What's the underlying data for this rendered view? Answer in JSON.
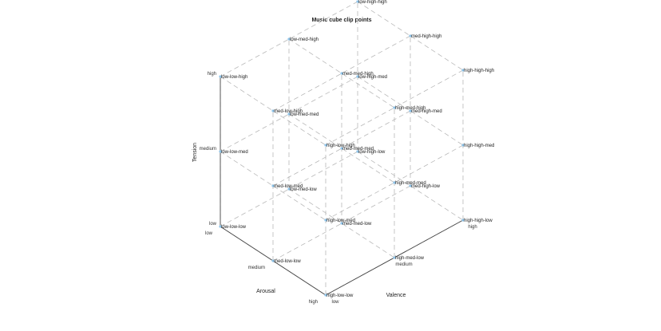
{
  "chart_data": {
    "type": "scatter",
    "projection": "3d",
    "title": "Music cube clip points",
    "axes": {
      "x": {
        "label": "Arousal",
        "ticks": [
          "low",
          "medium",
          "high"
        ]
      },
      "y": {
        "label": "Valence",
        "ticks": [
          "low",
          "medium",
          "high"
        ]
      },
      "z": {
        "label": "Tension",
        "ticks": [
          "low",
          "medium",
          "high"
        ]
      }
    },
    "levels": [
      "low",
      "med",
      "high"
    ],
    "grid": true,
    "grid_style": "dashed",
    "box": true,
    "marker_color": "#8fc3e8",
    "points": [
      {
        "label": "low-low-low",
        "arousal": "low",
        "valence": "low",
        "tension": "low"
      },
      {
        "label": "low-low-med",
        "arousal": "low",
        "valence": "low",
        "tension": "med"
      },
      {
        "label": "low-low-high",
        "arousal": "low",
        "valence": "low",
        "tension": "high"
      },
      {
        "label": "low-med-low",
        "arousal": "low",
        "valence": "med",
        "tension": "low"
      },
      {
        "label": "low-med-med",
        "arousal": "low",
        "valence": "med",
        "tension": "med"
      },
      {
        "label": "low-med-high",
        "arousal": "low",
        "valence": "med",
        "tension": "high"
      },
      {
        "label": "low-high-low",
        "arousal": "low",
        "valence": "high",
        "tension": "low"
      },
      {
        "label": "low-high-med",
        "arousal": "low",
        "valence": "high",
        "tension": "med"
      },
      {
        "label": "low-high-high",
        "arousal": "low",
        "valence": "high",
        "tension": "high"
      },
      {
        "label": "med-low-low",
        "arousal": "med",
        "valence": "low",
        "tension": "low"
      },
      {
        "label": "med-low-med",
        "arousal": "med",
        "valence": "low",
        "tension": "med"
      },
      {
        "label": "med-low-high",
        "arousal": "med",
        "valence": "low",
        "tension": "high"
      },
      {
        "label": "med-med-low",
        "arousal": "med",
        "valence": "med",
        "tension": "low"
      },
      {
        "label": "med-med-med",
        "arousal": "med",
        "valence": "med",
        "tension": "med"
      },
      {
        "label": "med-med-high",
        "arousal": "med",
        "valence": "med",
        "tension": "high"
      },
      {
        "label": "med-high-low",
        "arousal": "med",
        "valence": "high",
        "tension": "low"
      },
      {
        "label": "med-high-med",
        "arousal": "med",
        "valence": "high",
        "tension": "med"
      },
      {
        "label": "med-high-high",
        "arousal": "med",
        "valence": "high",
        "tension": "high"
      },
      {
        "label": "high-low-low",
        "arousal": "high",
        "valence": "low",
        "tension": "low"
      },
      {
        "label": "high-low-med",
        "arousal": "high",
        "valence": "low",
        "tension": "med"
      },
      {
        "label": "high-low-high",
        "arousal": "high",
        "valence": "low",
        "tension": "high"
      },
      {
        "label": "high-med-low",
        "arousal": "high",
        "valence": "med",
        "tension": "low"
      },
      {
        "label": "high-med-med",
        "arousal": "high",
        "valence": "med",
        "tension": "med"
      },
      {
        "label": "high-med-high",
        "arousal": "high",
        "valence": "med",
        "tension": "high"
      },
      {
        "label": "high-high-low",
        "arousal": "high",
        "valence": "high",
        "tension": "low"
      },
      {
        "label": "high-high-med",
        "arousal": "high",
        "valence": "high",
        "tension": "med"
      },
      {
        "label": "high-high-high",
        "arousal": "high",
        "valence": "high",
        "tension": "high"
      }
    ]
  }
}
